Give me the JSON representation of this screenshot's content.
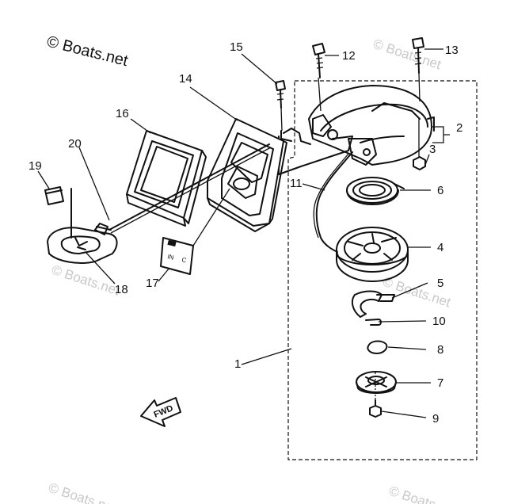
{
  "watermark": {
    "text": "© Boats.net"
  },
  "parts": [
    {
      "id": "p1",
      "label": "1"
    },
    {
      "id": "p2",
      "label": "2"
    },
    {
      "id": "p3",
      "label": "3"
    },
    {
      "id": "p4",
      "label": "4"
    },
    {
      "id": "p5",
      "label": "5"
    },
    {
      "id": "p6",
      "label": "6"
    },
    {
      "id": "p7",
      "label": "7"
    },
    {
      "id": "p8",
      "label": "8"
    },
    {
      "id": "p9",
      "label": "9"
    },
    {
      "id": "p10",
      "label": "10"
    },
    {
      "id": "p11",
      "label": "11"
    },
    {
      "id": "p12",
      "label": "12"
    },
    {
      "id": "p13",
      "label": "13"
    },
    {
      "id": "p14",
      "label": "14"
    },
    {
      "id": "p15",
      "label": "15"
    },
    {
      "id": "p16",
      "label": "16"
    },
    {
      "id": "p17",
      "label": "17"
    },
    {
      "id": "p18",
      "label": "18"
    },
    {
      "id": "p19",
      "label": "19"
    },
    {
      "id": "p20",
      "label": "20"
    }
  ],
  "arrow": {
    "text": "FWD"
  },
  "plate": {
    "text_left": "IN",
    "text_right": "C"
  }
}
